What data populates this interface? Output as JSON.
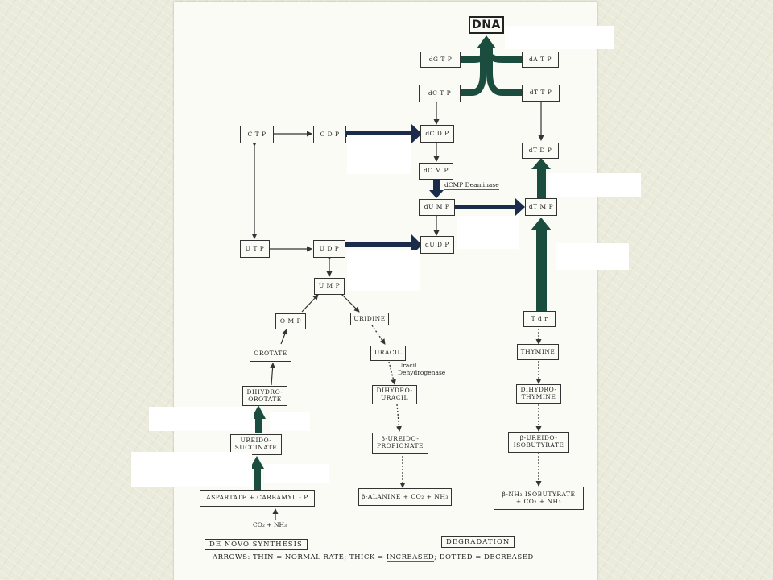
{
  "colors": {
    "thick_arrow": "#1b4d3e",
    "navy_arrow": "#1a2b4c",
    "thin_line": "#333333",
    "highlight": "#c0392b"
  },
  "nodes": {
    "dna": "DNA",
    "dgtp": "dG T P",
    "datp": "dA T P",
    "dctp": "dC T P",
    "dttp": "dT T P",
    "ctp": "C T P",
    "cdp": "C D P",
    "dcdp": "dC D P",
    "dtdp": "dT D P",
    "dcmp": "dC M P",
    "dump": "dU M P",
    "dtmp": "dT M P",
    "utp": "U T P",
    "udp": "U D P",
    "dudp": "dU D P",
    "ump": "U M P",
    "omp": "O M P",
    "uridine": "URIDINE",
    "tdr": "T d r",
    "orotate": "OROTATE",
    "uracil": "URACIL",
    "thymine": "THYMINE",
    "dihydroorotate": "DIHYDRO-\nOROTATE",
    "dihydrouracil": "DIHYDRO-\nURACIL",
    "dihydrothymine": "DIHYDRO-\nTHYMINE",
    "ureidosuccinate": "UREIDO-\nSUCCINATE",
    "ureidopropionate": "β-UREIDO-\nPROPIONATE",
    "ureidoisobutyrate": "β-UREIDO-\nISOBUTYRATE",
    "aspartate": "ASPARTATE + CARBAMYL - P",
    "balanine": "β-ALANINE + CO₂ + NH₃",
    "bnh3": "β-NH₃ ISOBUTYRATE\n+ CO₂ + NH₃"
  },
  "labels": {
    "dcmp_deaminase": "dCMP Deaminase",
    "uracil_dehydrogenase": "Uracil\nDehydrogenase",
    "co2_nh3": "CO₂ + NH₃",
    "de_novo": "DE NOVO SYNTHESIS",
    "degradation": "DEGRADATION",
    "legend_prefix": "ARROWS: THIN = NORMAL RATE; THICK = ",
    "legend_increased": "INCREASED",
    "legend_suffix": "; DOTTED = DECREASED"
  }
}
